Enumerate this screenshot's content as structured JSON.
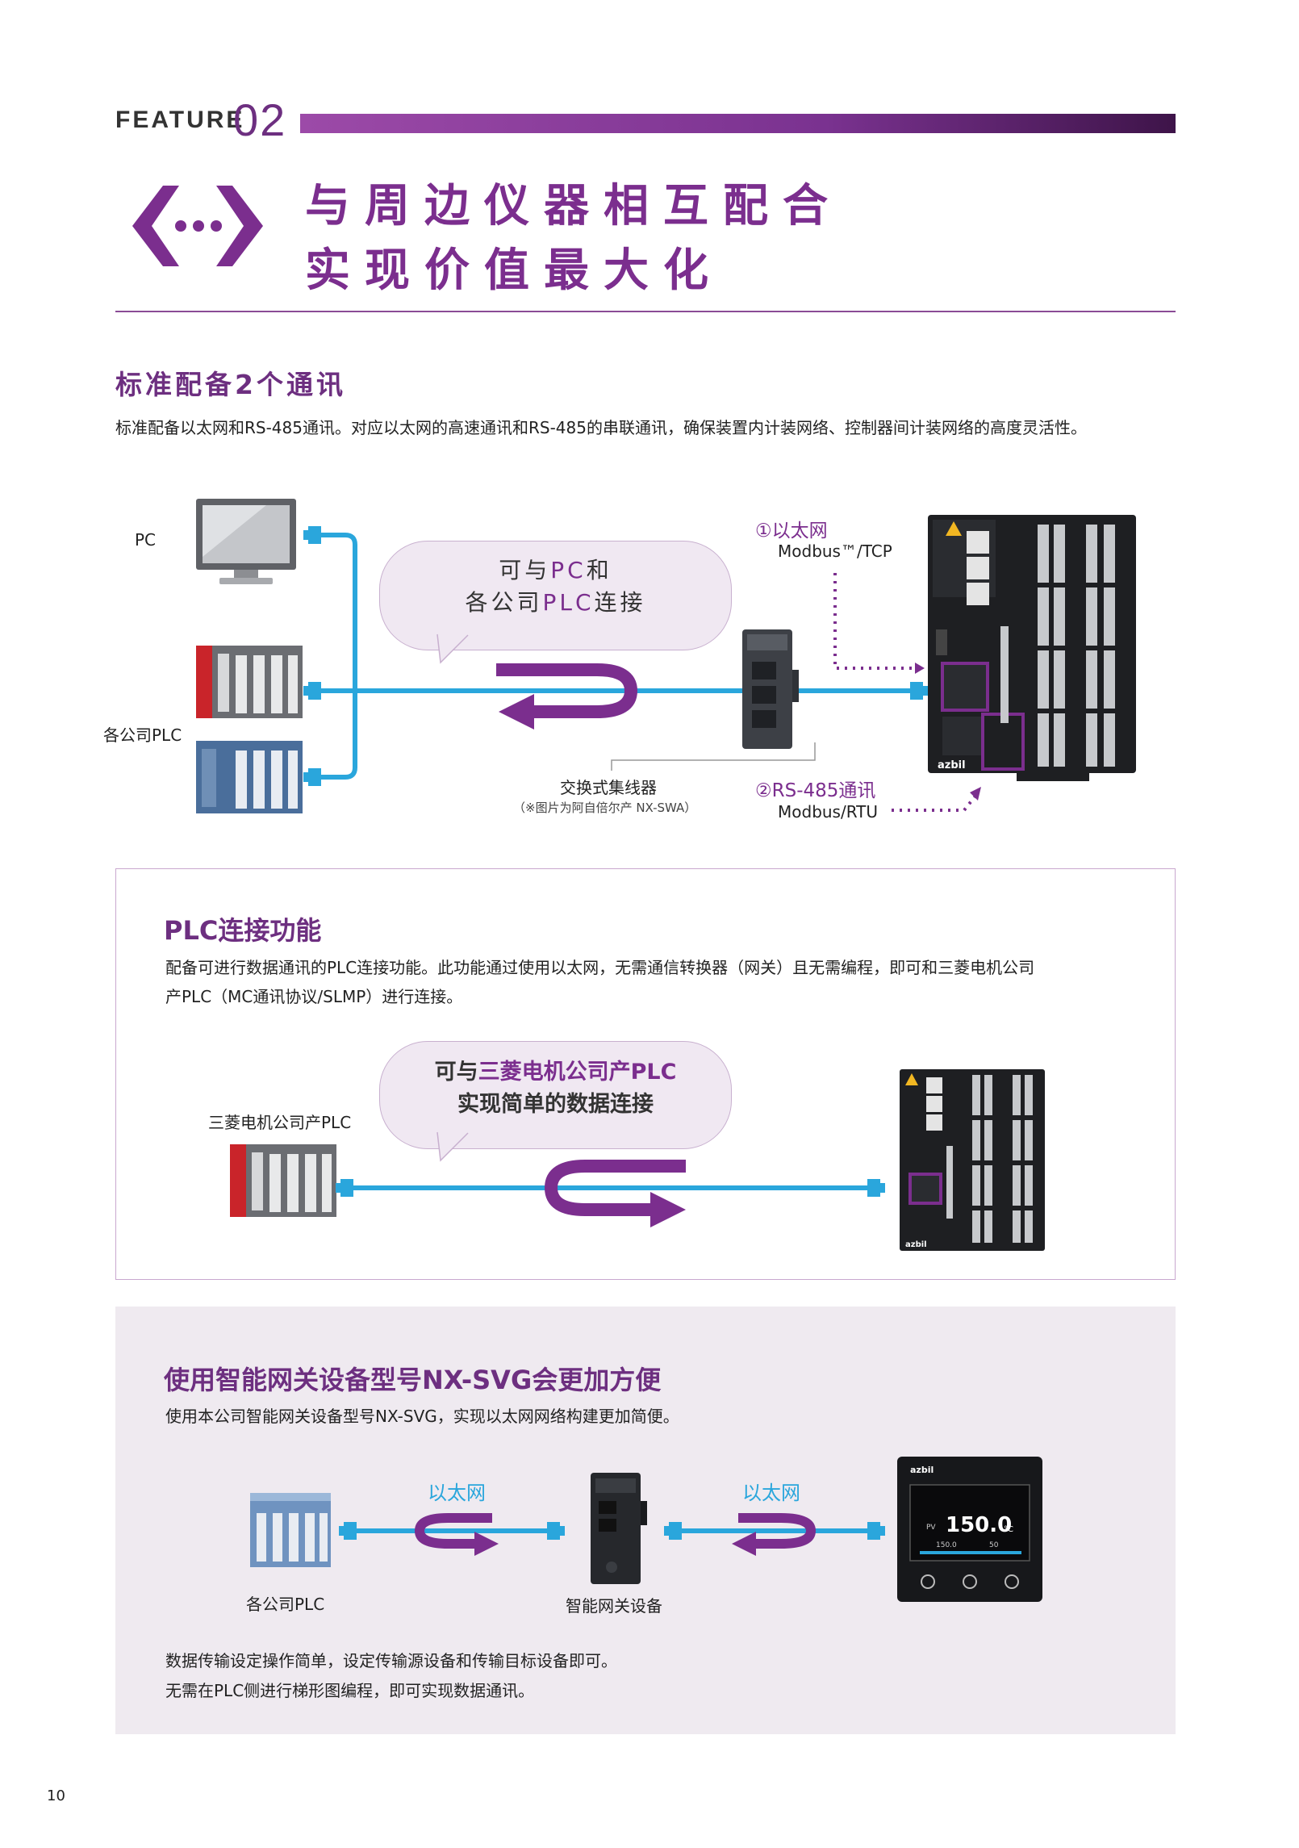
{
  "header": {
    "feature_label": "FEATURE",
    "feature_number": "02",
    "title_line1": "与周边仪器相互配合",
    "title_line2": "实现价值最大化"
  },
  "section1": {
    "heading": "标准配备2个通讯",
    "body": "标准配备以太网和RS-485通讯。对应以太网的高速通讯和RS-485的串联通讯，确保装置内计装网络、控制器间计装网络的高度灵活性。",
    "diagram": {
      "pc_label": "PC",
      "plc_label": "各公司PLC",
      "bubble_line1_a": "可与",
      "bubble_line1_b": "PC",
      "bubble_line1_c": "和",
      "bubble_line2_a": "各公司",
      "bubble_line2_b": "PLC",
      "bubble_line2_c": "连接",
      "switch_label": "交换式集线器",
      "switch_note": "（※图片为阿自倍尔产 NX-SWA）",
      "port1_label": "①以太网",
      "port1_protocol": "Modbus™/TCP",
      "port2_label": "②RS-485通讯",
      "port2_protocol": "Modbus/RTU",
      "device_brand": "azbil"
    }
  },
  "section2": {
    "heading": "PLC连接功能",
    "body_line1": "配备可进行数据通讯的PLC连接功能。此功能通过使用以太网，无需通信转换器（网关）且无需编程，即可和三菱电机公司",
    "body_line2": "产PLC（MC通讯协议/SLMP）进行连接。",
    "diagram": {
      "plc_label": "三菱电机公司产PLC",
      "bubble_line1_a": "可与",
      "bubble_line1_b": "三菱电机公司产PLC",
      "bubble_line2": "实现简单的数据连接",
      "device_brand": "azbil"
    }
  },
  "section3": {
    "heading": "使用智能网关设备型号NX-SVG会更加方便",
    "body": "使用本公司智能网关设备型号NX-SVG，实现以太网网络构建更加简便。",
    "diagram": {
      "plc_label": "各公司PLC",
      "gateway_label": "智能网关设备",
      "ethernet_left": "以太网",
      "ethernet_right": "以太网",
      "screen_brand": "azbil",
      "screen_value": "150.0",
      "screen_unit": "°C",
      "screen_pv": "PV",
      "screen_sv": "150.0",
      "screen_out": "50"
    },
    "footer_line1": "数据传输设定操作简单，设定传输源设备和传输目标设备即可。",
    "footer_line2": "无需在PLC侧进行梯形图编程，即可实现数据通讯。"
  },
  "page_number": "10",
  "colors": {
    "brand_purple": "#7b2e8e",
    "cable_blue": "#2aa6dc",
    "panel_lavender": "#efeaf0"
  }
}
